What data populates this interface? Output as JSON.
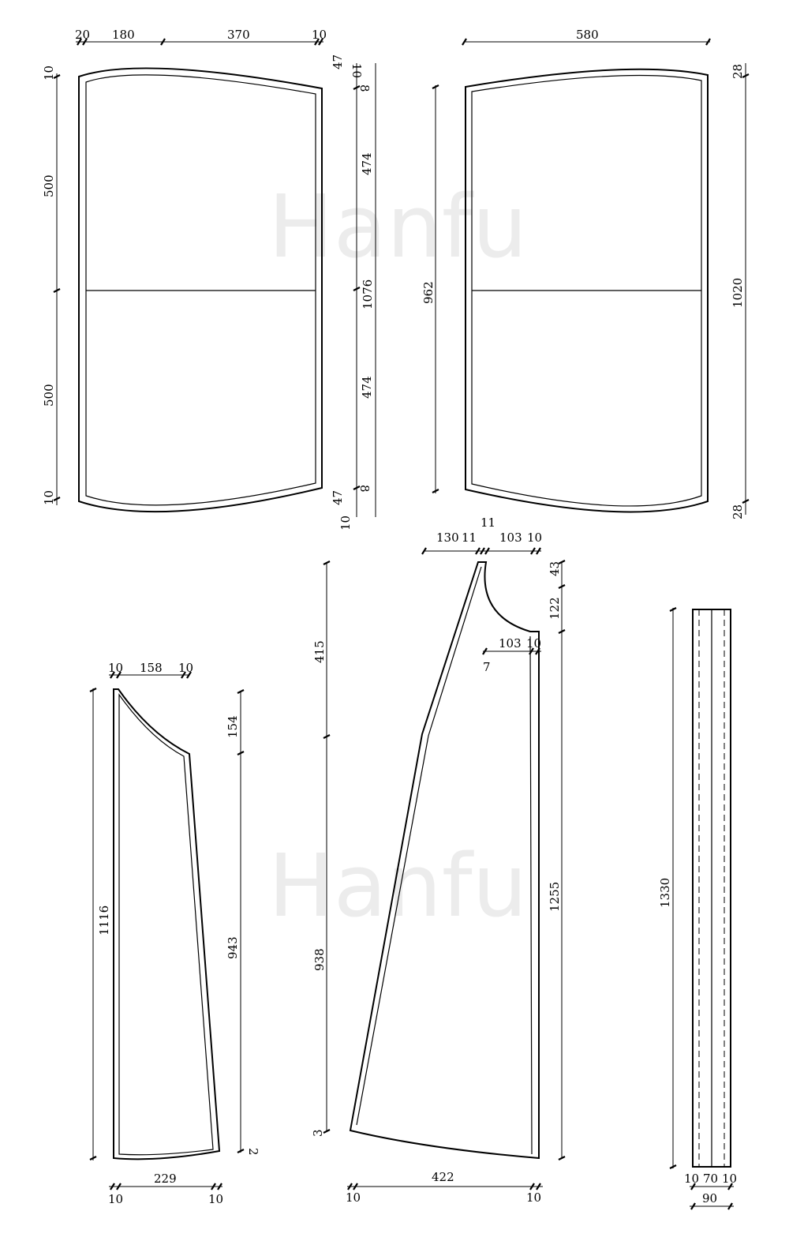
{
  "watermark": "Hanfu",
  "panel_front": {
    "top": [
      "20",
      "180",
      "370",
      "10"
    ],
    "left": [
      "10",
      "500",
      "500",
      "10"
    ],
    "right": [
      "10",
      "47",
      "8",
      "474",
      "474",
      "8",
      "47",
      "10",
      "1076"
    ]
  },
  "panel_back": {
    "top": "580",
    "left": "962",
    "right": [
      "28",
      "1020",
      "28"
    ]
  },
  "panel_sleeve": {
    "top": [
      "10",
      "158",
      "10"
    ],
    "left": "1116",
    "right": [
      "154",
      "943",
      "2"
    ],
    "bottom": [
      "229",
      "10",
      "10"
    ]
  },
  "panel_side": {
    "top": [
      "130",
      "11",
      "11",
      "103",
      "10"
    ],
    "neck": [
      "103",
      "10",
      "7"
    ],
    "right": [
      "43",
      "122",
      "1255"
    ],
    "left": [
      "415",
      "938",
      "3"
    ],
    "bottom": [
      "422",
      "10",
      "10"
    ]
  },
  "panel_band": {
    "left": "1330",
    "bottom": [
      "10",
      "70",
      "10",
      "90"
    ]
  }
}
